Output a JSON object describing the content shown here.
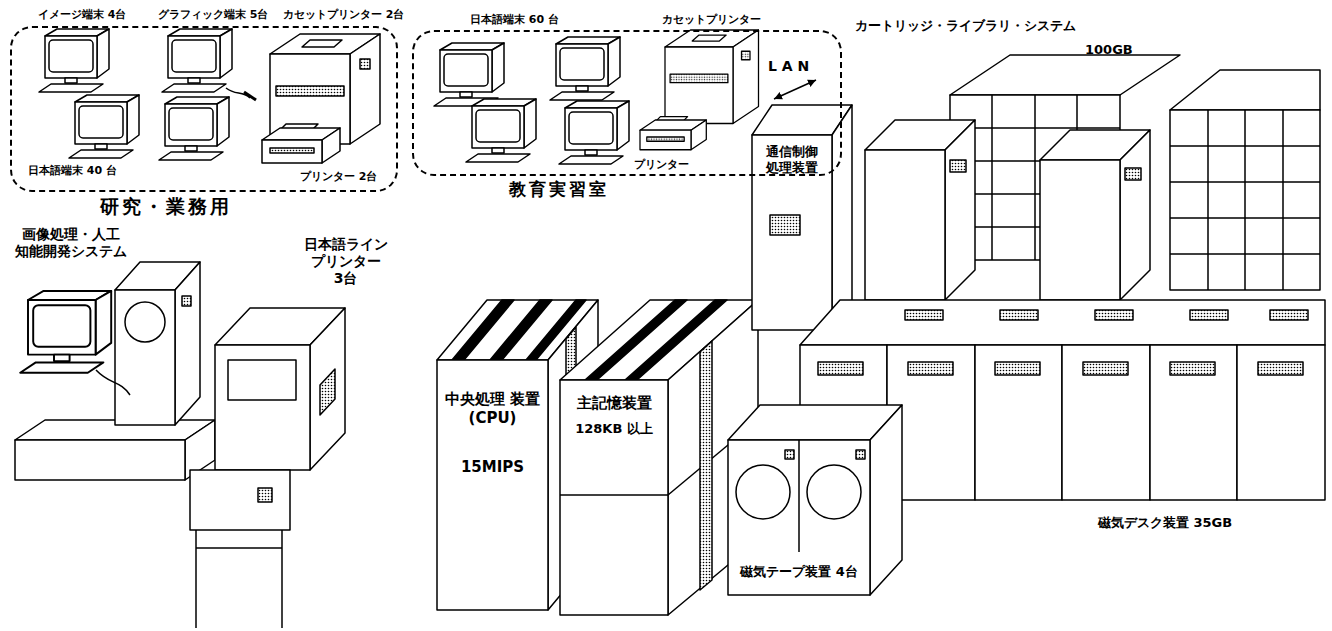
{
  "diagram": {
    "nodes": [
      {
        "text": [
          "研究・業務用"
        ]
      },
      {
        "text": [
          "教育実習室"
        ]
      },
      {
        "text": [
          "通信制御 処理装置"
        ]
      },
      {
        "text": [
          "中央処理 装置 (CPU)",
          "15MIPS"
        ]
      },
      {
        "text": [
          "主記憶装置",
          "128KB 以上"
        ]
      },
      {
        "text": [
          "磁気テープ装置 4台"
        ]
      }
    ],
    "labels": [
      "イメージ端末 4台",
      "グラフィック端末 5台",
      "カセットプリンター 2台",
      "日本語端末 40 台",
      "プリンター 2台",
      "日本語端末 60 台",
      "カセットプリンター",
      "プリンター",
      "L A N",
      "カートリッジ・ライブラリ・システム",
      "100GB",
      "画像処理・人工 知能開発システム",
      "日本語ライン プリンター 3台",
      "磁気デスク装置 35GB"
    ]
  }
}
